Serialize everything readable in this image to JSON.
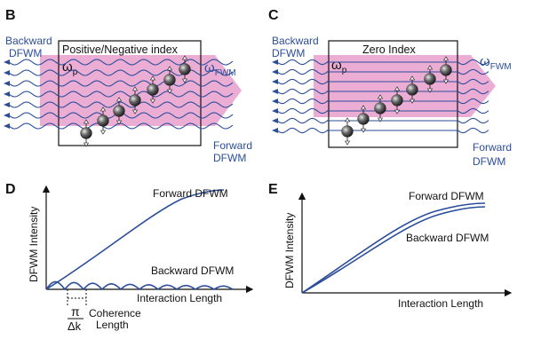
{
  "panels": {
    "B": {
      "letter": "B",
      "title": "Positive/Negative index",
      "pump": "ω",
      "pump_sub": "p",
      "fwm": "ω",
      "fwm_sub": "FWM",
      "backward": [
        "Backward",
        "DFWM"
      ],
      "forward": [
        "Forward",
        "DFWM"
      ]
    },
    "C": {
      "letter": "C",
      "title": "Zero Index",
      "pump": "ω",
      "pump_sub": "p",
      "fwm": "ω",
      "fwm_sub": "FWM",
      "backward": [
        "Backward",
        "DFWM"
      ],
      "forward": [
        "Forward",
        "DFWM"
      ]
    },
    "D": {
      "letter": "D",
      "ylabel": "DFWM Intensity",
      "xlabel": "Interaction Length",
      "forward_label": "Forward DFWM",
      "backward_label": "Backward DFWM",
      "pi": "π",
      "dk": "Δk",
      "coherence": [
        "Coherence",
        "Length"
      ]
    },
    "E": {
      "letter": "E",
      "ylabel": "DFWM Intensity",
      "xlabel": "Interaction Length",
      "forward_label": "Forward DFWM",
      "backward_label": "Backward DFWM"
    }
  },
  "colors": {
    "pump_band": "#e9a4cf",
    "wave": "#2b4d9a",
    "text_blue": "#2b4d9a",
    "curve": "#2b4d9a"
  }
}
